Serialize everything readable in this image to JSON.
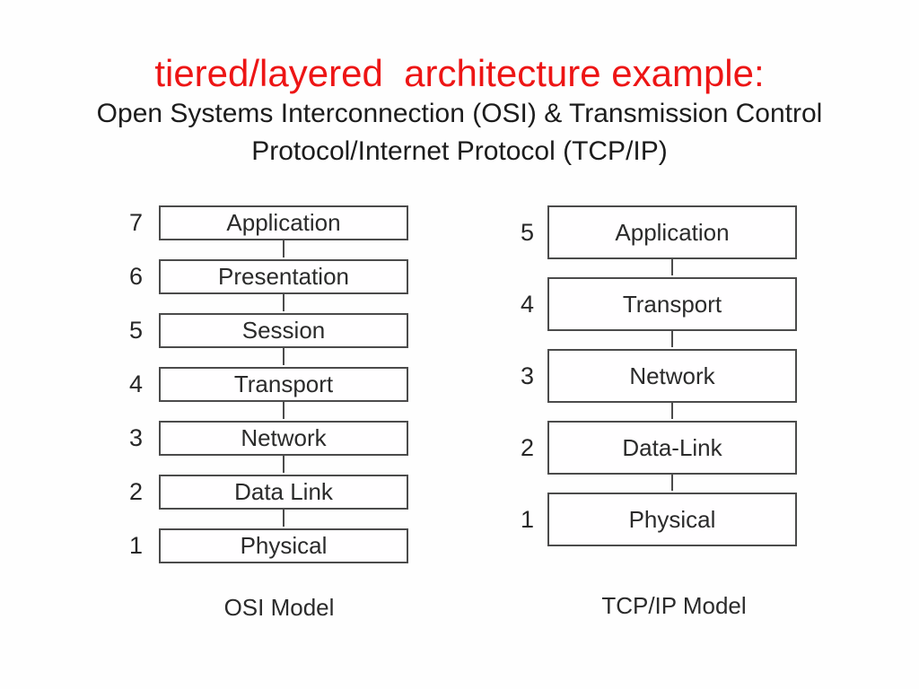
{
  "slide": {
    "title": "tiered/layered  architecture example:",
    "subtitle_line1": "Open Systems Interconnection (OSI) & Transmission Control",
    "subtitle_line2": "Protocol/Internet Protocol (TCP/IP)"
  },
  "osi": {
    "caption": "OSI Model",
    "layers": [
      {
        "num": "7",
        "label": "Application"
      },
      {
        "num": "6",
        "label": "Presentation"
      },
      {
        "num": "5",
        "label": "Session"
      },
      {
        "num": "4",
        "label": "Transport"
      },
      {
        "num": "3",
        "label": "Network"
      },
      {
        "num": "2",
        "label": "Data Link"
      },
      {
        "num": "1",
        "label": "Physical"
      }
    ]
  },
  "tcpip": {
    "caption": "TCP/IP Model",
    "layers": [
      {
        "num": "5",
        "label": "Application"
      },
      {
        "num": "4",
        "label": "Transport"
      },
      {
        "num": "3",
        "label": "Network"
      },
      {
        "num": "2",
        "label": "Data-Link"
      },
      {
        "num": "1",
        "label": "Physical"
      }
    ]
  },
  "colors": {
    "title_red": "#ed1515",
    "box_border": "#4b4b4b"
  }
}
